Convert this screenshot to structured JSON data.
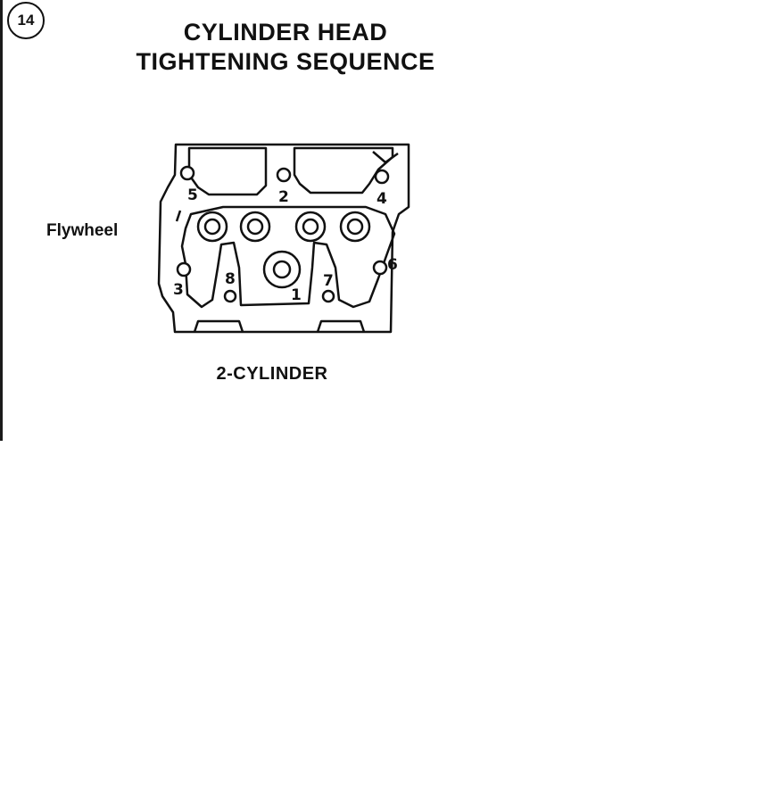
{
  "figure": {
    "number": "14",
    "title_line1": "CYLINDER HEAD",
    "title_line2": "TIGHTENING SEQUENCE",
    "side_label": "Flywheel",
    "caption": "2-CYLINDER"
  },
  "bolts": [
    {
      "label": "1"
    },
    {
      "label": "2"
    },
    {
      "label": "3"
    },
    {
      "label": "4"
    },
    {
      "label": "5"
    },
    {
      "label": "6"
    },
    {
      "label": "7"
    },
    {
      "label": "8"
    }
  ],
  "colors": {
    "ink": "#111111",
    "background": "#ffffff"
  }
}
